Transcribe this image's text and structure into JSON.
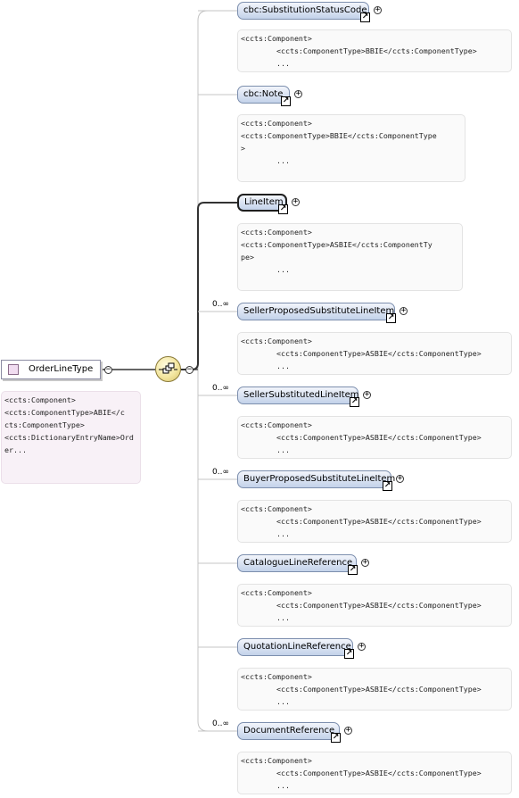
{
  "root": {
    "label": "OrderLineType",
    "annotation": [
      "<ccts:Component>",
      "",
      "<ccts:ComponentType>ABIE</c",
      "cts:ComponentType>",
      "",
      "<ccts:DictionaryEntryName>Ord",
      "er..."
    ]
  },
  "elements": [
    {
      "label": "cbc:SubstitutionStatusCode",
      "multiplicity": "",
      "annotation": [
        "<ccts:Component>",
        "        <ccts:ComponentType>BBIE</ccts:ComponentType>",
        "        ..."
      ]
    },
    {
      "label": "cbc:Note",
      "multiplicity": "",
      "annotation": [
        "<ccts:Component>",
        "",
        "<ccts:ComponentType>BBIE</ccts:ComponentType",
        ">",
        "        ..."
      ]
    },
    {
      "label": "LineItem",
      "multiplicity": "",
      "annotation": [
        "<ccts:Component>",
        "",
        "<ccts:ComponentType>ASBIE</ccts:ComponentTy",
        "pe>",
        "        ..."
      ]
    },
    {
      "label": "SellerProposedSubstituteLineItem",
      "multiplicity": "0..∞",
      "annotation": [
        "<ccts:Component>",
        "        <ccts:ComponentType>ASBIE</ccts:ComponentType>",
        "        ..."
      ]
    },
    {
      "label": "SellerSubstitutedLineItem",
      "multiplicity": "0..∞",
      "annotation": [
        "<ccts:Component>",
        "        <ccts:ComponentType>ASBIE</ccts:ComponentType>",
        "        ..."
      ]
    },
    {
      "label": "BuyerProposedSubstituteLineItem",
      "multiplicity": "0..∞",
      "annotation": [
        "<ccts:Component>",
        "        <ccts:ComponentType>ASBIE</ccts:ComponentType>",
        "        ..."
      ]
    },
    {
      "label": "CatalogueLineReference",
      "multiplicity": "",
      "annotation": [
        "<ccts:Component>",
        "        <ccts:ComponentType>ASBIE</ccts:ComponentType>",
        "        ..."
      ]
    },
    {
      "label": "QuotationLineReference",
      "multiplicity": "",
      "annotation": [
        "<ccts:Component>",
        "        <ccts:ComponentType>ASBIE</ccts:ComponentType>",
        "        ..."
      ]
    },
    {
      "label": "DocumentReference",
      "multiplicity": "0..∞",
      "annotation": [
        "<ccts:Component>",
        "        <ccts:ComponentType>ASBIE</ccts:ComponentType>",
        "        ..."
      ]
    }
  ],
  "glyphs": {
    "expand": "+",
    "collapse": "−",
    "ref_arrow": "↗"
  }
}
